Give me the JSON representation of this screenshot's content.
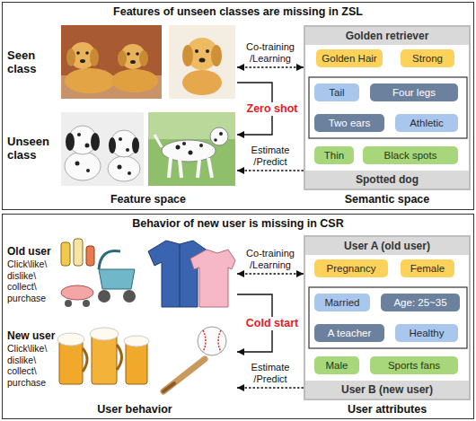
{
  "diagram": {
    "nodes": [
      {
        "text": [
          "Features of unseen classes are missing in ZSL"
        ]
      },
      {
        "text": [
          "Seen class"
        ],
        "in": 0
      },
      {
        "text": [
          "Golden retriever",
          "Spotted dog"
        ],
        "in": 0
      },
      {
        "text": [
          "Golden Hair"
        ],
        "in": 2
      },
      {
        "text": [
          "Strong"
        ],
        "in": 2
      },
      {
        "text": [
          "Tail"
        ],
        "in": 2
      },
      {
        "text": [
          "Four legs"
        ],
        "in": 2
      },
      {
        "text": [
          "Two ears"
        ],
        "in": 2
      },
      {
        "text": [
          "Athletic"
        ],
        "in": 2
      },
      {
        "text": [
          "Thin"
        ],
        "in": 2
      },
      {
        "text": [
          "Black spots"
        ],
        "in": 2
      },
      {
        "text": [
          "Unseen class"
        ],
        "in": 0
      },
      {
        "text": [
          "Behavior of new user is missing in CSR"
        ]
      },
      {
        "text": [
          "Old user",
          "Click\\like\\ dislike\\ collect\\ purchase"
        ],
        "in": 12
      },
      {
        "text": [
          "User A (old user)",
          "User B (new user)"
        ],
        "in": 12
      },
      {
        "text": [
          "Pregnancy"
        ],
        "in": 14
      },
      {
        "text": [
          "Female"
        ],
        "in": 14
      },
      {
        "text": [
          "Married"
        ],
        "in": 14
      },
      {
        "text": [
          "Age: 25~35"
        ],
        "in": 14
      },
      {
        "text": [
          "A teacher"
        ],
        "in": 14
      },
      {
        "text": [
          "Healthy"
        ],
        "in": 14
      },
      {
        "text": [
          "Male"
        ],
        "in": 14
      },
      {
        "text": [
          "Sports fans"
        ],
        "in": 14
      },
      {
        "text": [
          "New user",
          "Click\\like\\ dislike\\ collect\\ purchase"
        ],
        "in": 12
      }
    ],
    "edges": [
      {
        "from": 1,
        "to": 2,
        "arrow": "both",
        "label": "Co-training /Learning"
      },
      {
        "from": 1,
        "to": 11,
        "arrow": "to",
        "label": "Zero shot"
      },
      {
        "from": 2,
        "to": 11,
        "arrow": "to",
        "label": "Estimate /Predict"
      },
      {
        "from": 13,
        "to": 14,
        "arrow": "both",
        "label": "Co-training /Learning"
      },
      {
        "from": 13,
        "to": 23,
        "arrow": "to",
        "label": "Cold start"
      },
      {
        "from": 14,
        "to": 23,
        "arrow": "to",
        "label": "Estimate /Predict"
      }
    ],
    "labels": [
      "Feature space",
      "Semantic space",
      "User behavior",
      "User attributes"
    ]
  }
}
